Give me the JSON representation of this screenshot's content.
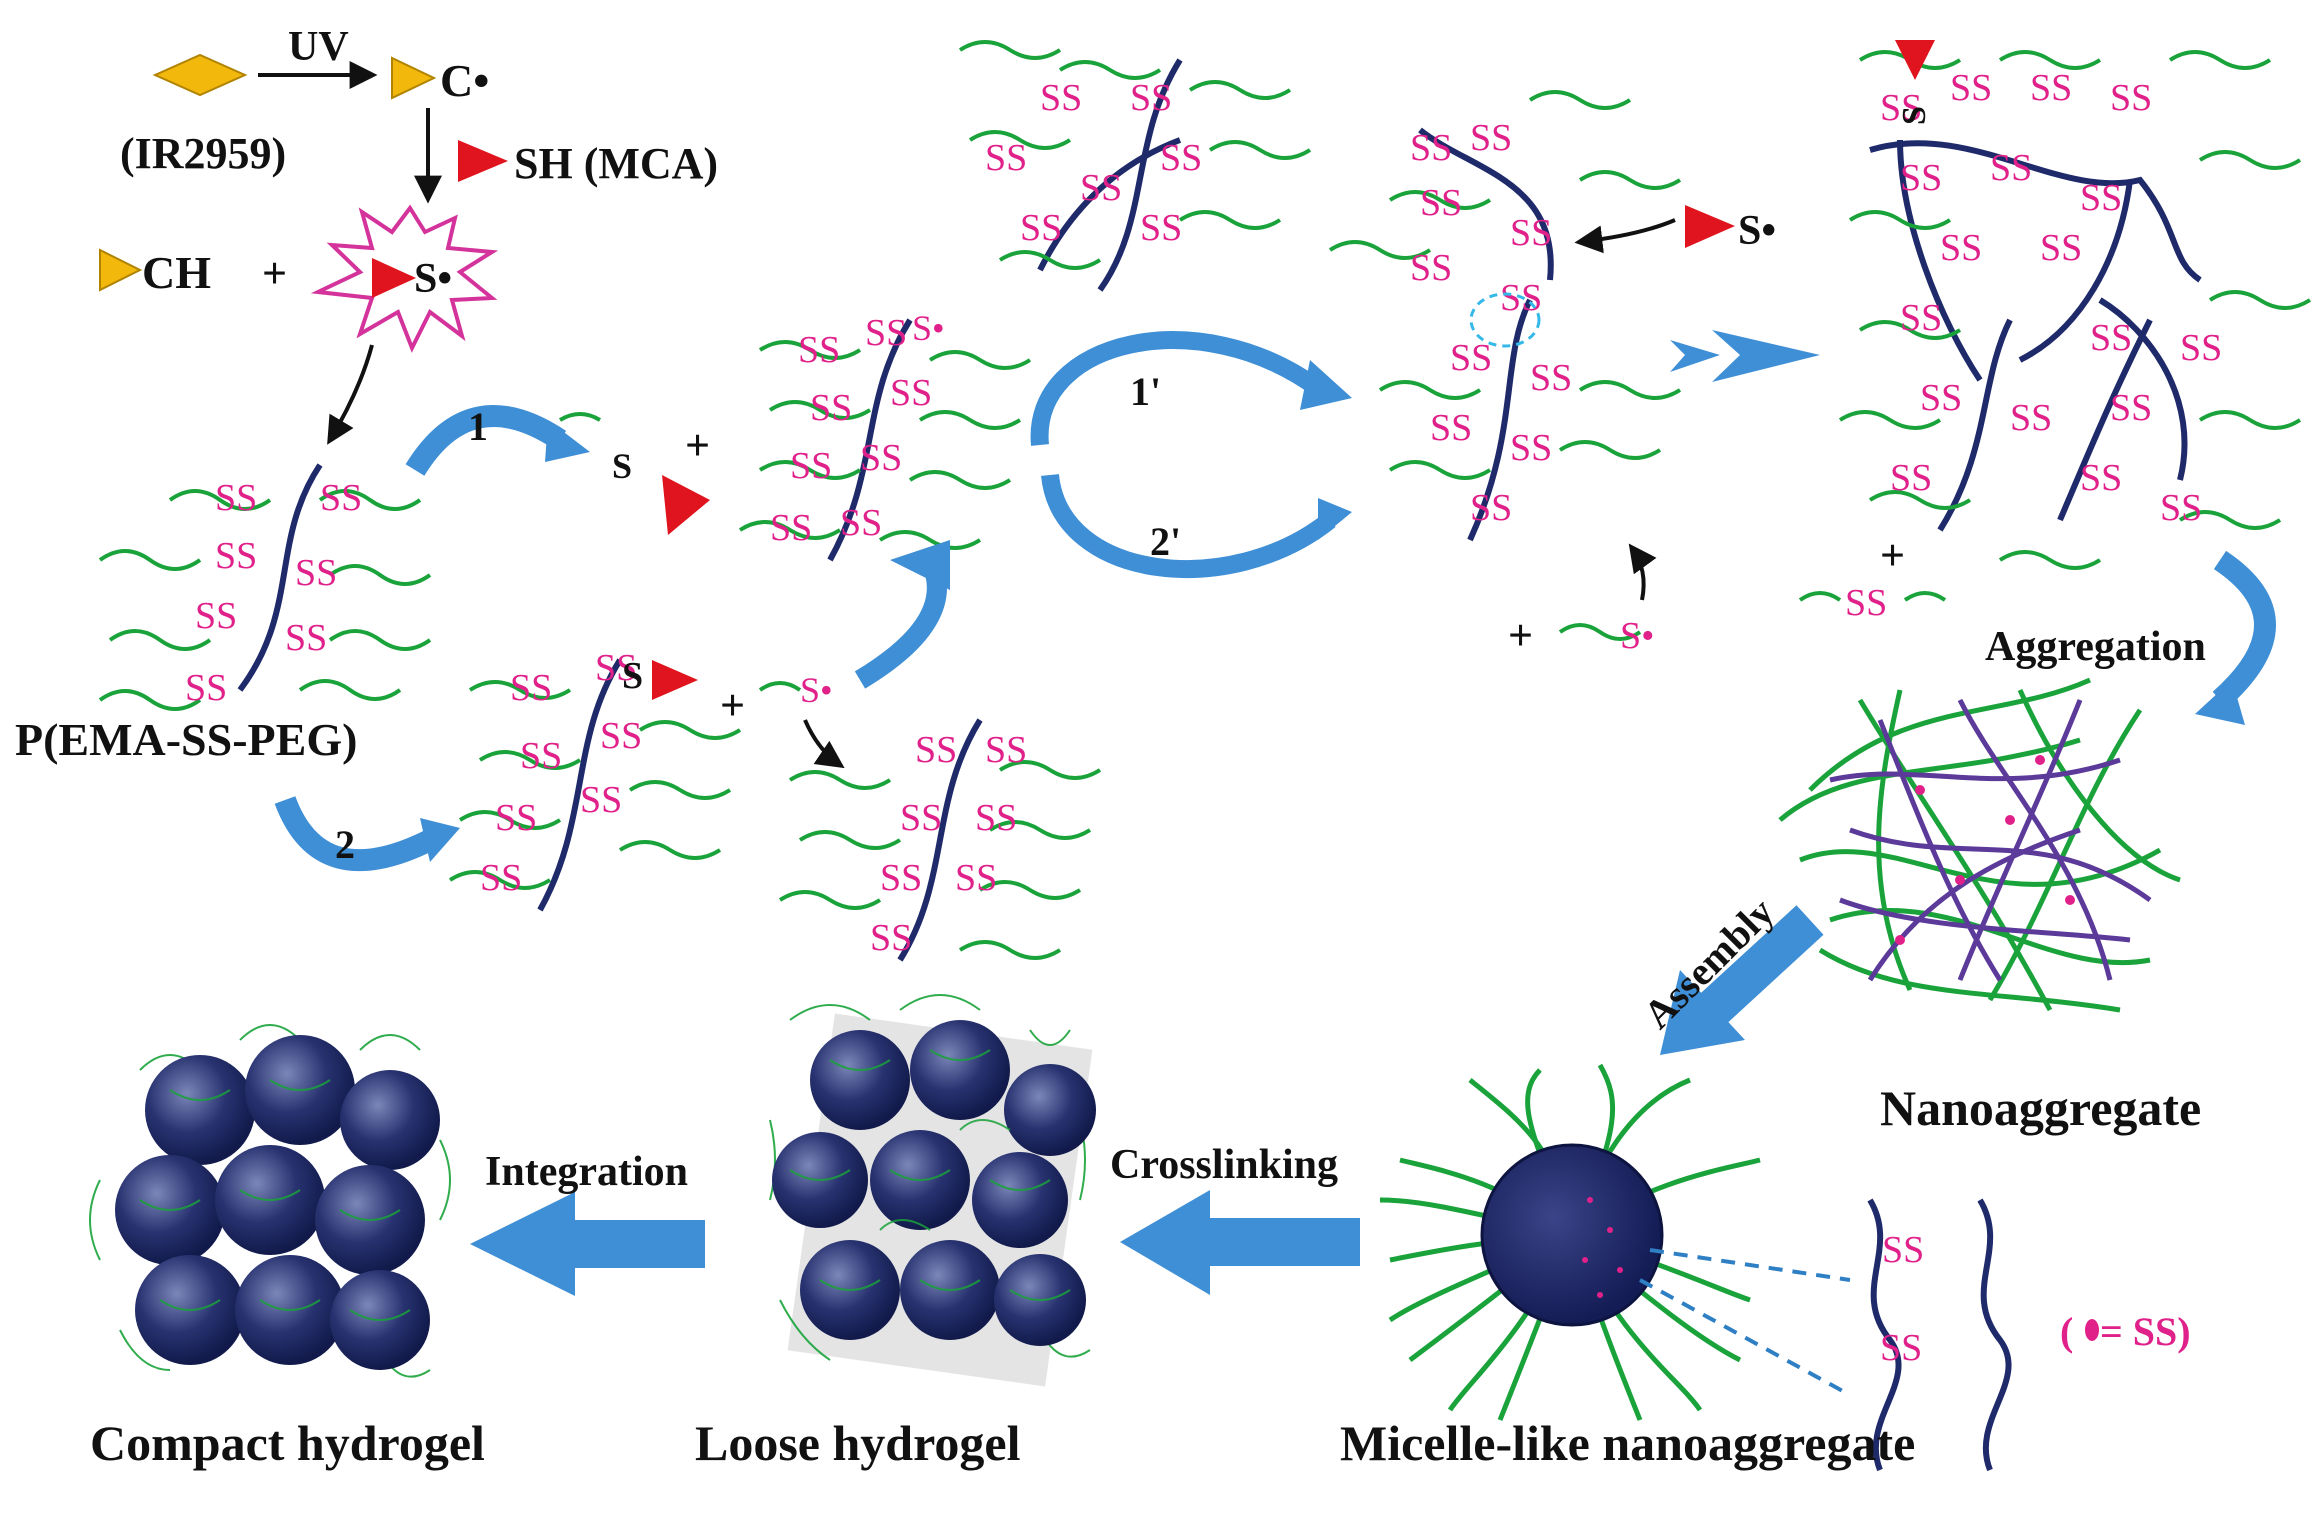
{
  "scheme": {
    "uv": "UV",
    "initiator": "(IR2959)",
    "radical_c": "C•",
    "thiol": "SH (MCA)",
    "ch": "CH",
    "plus": "+",
    "s_radical": "S•",
    "s": "S",
    "polymer": "P(EMA-SS-PEG)",
    "ss": "SS",
    "path_1": "1",
    "path_2": "2",
    "path_1p": "1'",
    "path_2p": "2'"
  },
  "stages": {
    "aggregation": "Aggregation",
    "nanoaggregate": "Nanoaggregate",
    "assembly": "Assembly",
    "micelle": "Micelle-like nanoaggregate",
    "crosslinking": "Crosslinking",
    "loose": "Loose hydrogel",
    "integration": "Integration",
    "compact": "Compact hydrogel"
  },
  "legend": {
    "key": "(",
    "eq": " = SS)"
  },
  "colors": {
    "backbone": "#1f2a6b",
    "peg": "#1aa33a",
    "disulfide": "#e0218a",
    "arrow": "#3f8fd6",
    "radical_red": "#e0141e",
    "photo_yellow": "#f2b90c"
  }
}
